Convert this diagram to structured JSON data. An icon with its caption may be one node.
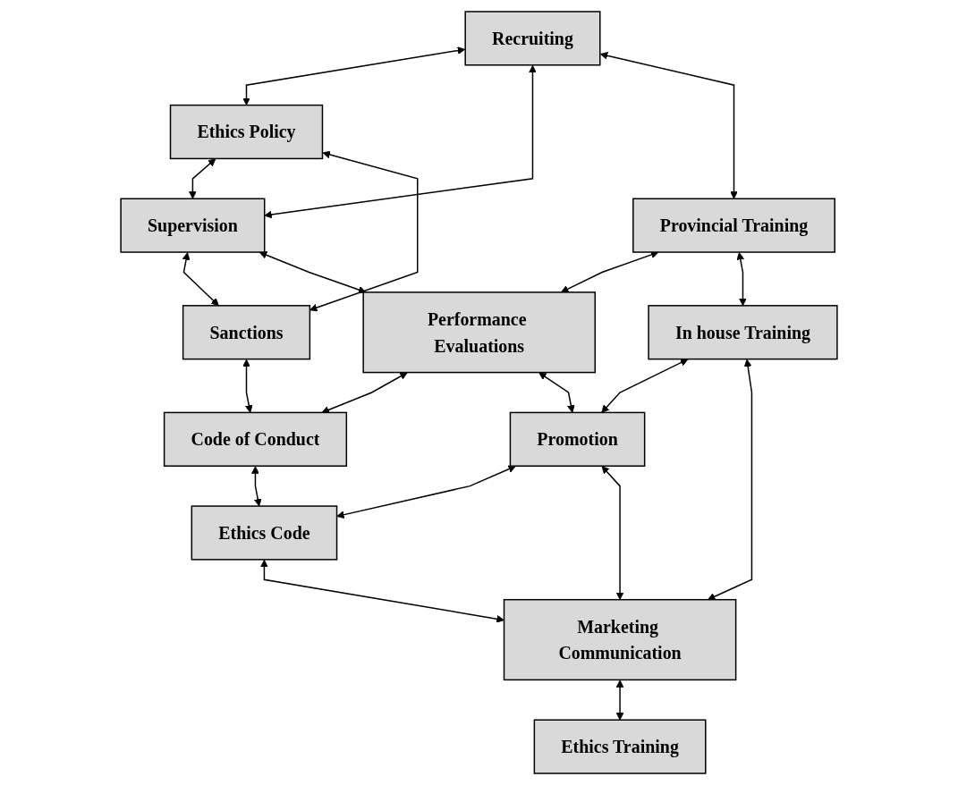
{
  "diagram": {
    "nodes": [
      {
        "text": [
          "Ethics Policy"
        ]
      },
      {
        "text": [
          "Recruiting"
        ]
      },
      {
        "text": [
          "Supervision"
        ]
      },
      {
        "text": [
          "Sanctions"
        ]
      },
      {
        "text": [
          "Provincial Training"
        ]
      },
      {
        "text": [
          "Performance Evaluations"
        ]
      },
      {
        "text": [
          "Code of Conduct"
        ]
      },
      {
        "text": [
          "In house Training"
        ]
      },
      {
        "text": [
          "Promotion"
        ]
      },
      {
        "text": [
          "Ethics Code"
        ]
      },
      {
        "text": [
          "Marketing Communication"
        ]
      },
      {
        "text": [
          "Ethics Training"
        ]
      }
    ],
    "edges": [
      {
        "from": 1,
        "to": 0,
        "arrow": "both"
      },
      {
        "from": 0,
        "to": 2,
        "arrow": "both"
      },
      {
        "from": 0,
        "to": 3,
        "arrow": "both"
      },
      {
        "from": 1,
        "to": 2,
        "arrow": "both"
      },
      {
        "from": 2,
        "to": 3,
        "arrow": "both"
      },
      {
        "from": 1,
        "to": 4,
        "arrow": "both"
      },
      {
        "from": 2,
        "to": 5,
        "arrow": "both"
      },
      {
        "from": 3,
        "to": 6,
        "arrow": "both"
      },
      {
        "from": 4,
        "to": 5,
        "arrow": "both"
      },
      {
        "from": 5,
        "to": 6,
        "arrow": "both"
      },
      {
        "from": 4,
        "to": 7,
        "arrow": "both"
      },
      {
        "from": 5,
        "to": 8,
        "arrow": "both"
      },
      {
        "from": 6,
        "to": 9,
        "arrow": "both"
      },
      {
        "from": 7,
        "to": 8,
        "arrow": "both"
      },
      {
        "from": 8,
        "to": 9,
        "arrow": "both"
      },
      {
        "from": 7,
        "to": 10,
        "arrow": "both"
      },
      {
        "from": 8,
        "to": 10,
        "arrow": "both"
      },
      {
        "from": 9,
        "to": 10,
        "arrow": "both"
      },
      {
        "from": 10,
        "to": 11,
        "arrow": "both"
      }
    ]
  }
}
